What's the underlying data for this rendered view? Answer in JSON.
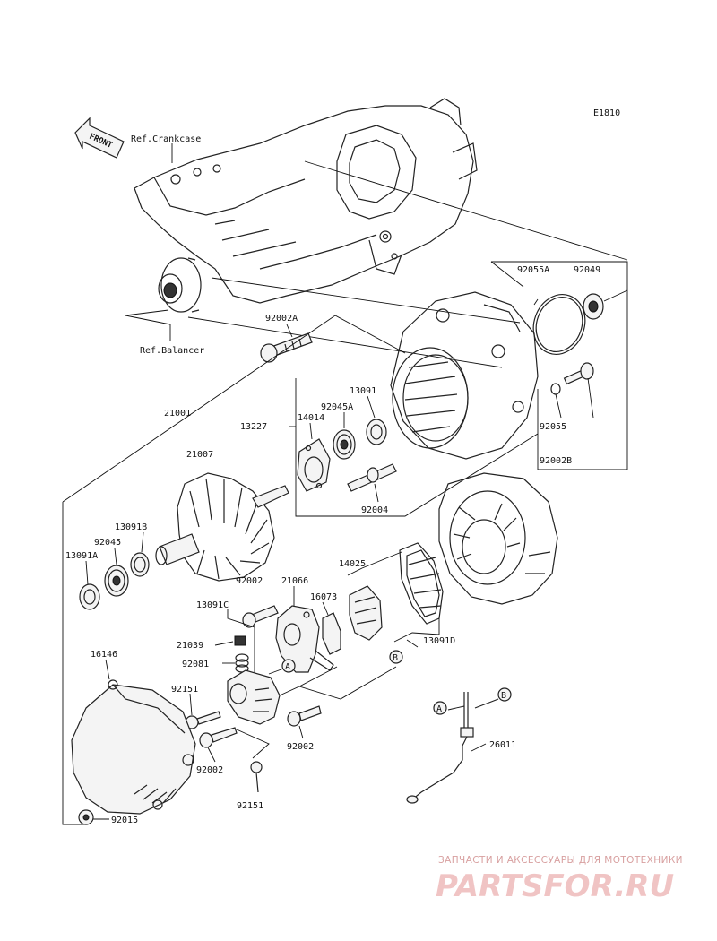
{
  "diagram": {
    "code": "E1810",
    "front_label": "FRONT",
    "references": {
      "crankcase": "Ref.Crankcase",
      "balancer": "Ref.Balancer"
    },
    "callouts": {
      "p92055A": "92055A",
      "p92049": "92049",
      "p92002A": "92002A",
      "p13091": "13091",
      "p21001": "21001",
      "p92045A": "92045A",
      "p13227": "13227",
      "p14014": "14014",
      "p92055": "92055",
      "p21007": "21007",
      "p92002B": "92002B",
      "p92004": "92004",
      "p13091B": "13091B",
      "p92045": "92045",
      "p13091A": "13091A",
      "p14025": "14025",
      "p92002_top": "92002",
      "p21066": "21066",
      "p16073": "16073",
      "p13091C": "13091C",
      "p13091D": "13091D",
      "p21039": "21039",
      "p92081": "92081",
      "p16146": "16146",
      "p92151_top": "92151",
      "p92002_left": "92002",
      "p92002_right": "92002",
      "p26011": "26011",
      "p92151_bottom": "92151",
      "p92015": "92015"
    },
    "connectors": {
      "a1": "A",
      "b1": "B",
      "a2": "A",
      "b2": "B"
    }
  },
  "watermark": {
    "subtitle": "ЗАПЧАСТИ И АКСЕССУАРЫ ДЛЯ МОТОТЕХНИКИ",
    "brand": "PARTSFOR.RU"
  }
}
